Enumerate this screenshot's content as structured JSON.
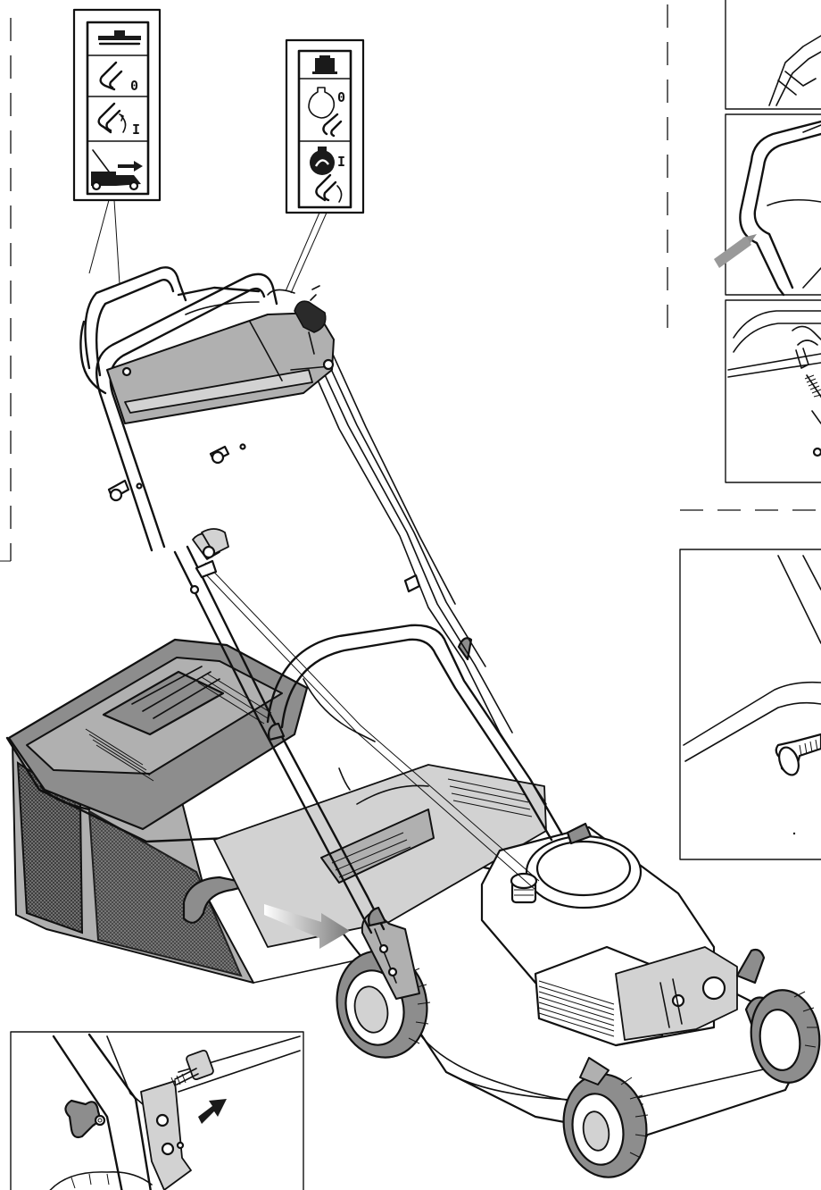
{
  "figure": {
    "left_label_panel": {
      "symbols": [
        "blade-brake-symbol",
        "lever-released-symbol",
        "lever-engaged-symbol",
        "mower-drive-forward-symbol"
      ],
      "marks": [
        "0",
        "I"
      ]
    },
    "right_label_panel": {
      "symbols": [
        "engine-symbol",
        "engine-off-symbol",
        "engine-on-symbol"
      ],
      "marks": [
        "0",
        "I"
      ]
    },
    "colors": {
      "line": "#111111",
      "grey_dark": "#8d8d8d",
      "grey_mid": "#b0b0b0",
      "grey_light": "#d2d2d2",
      "background": "#ffffff"
    }
  }
}
